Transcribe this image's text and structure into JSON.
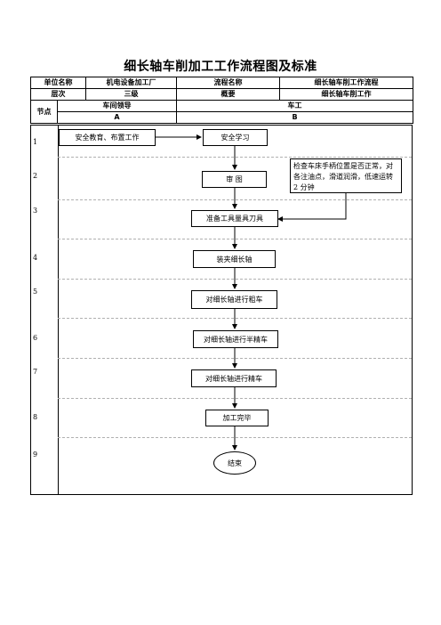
{
  "title": "细长轴车削加工工作流程图及标准",
  "header": {
    "unit_label": "单位名称",
    "unit_value": "机电设备加工厂",
    "process_label": "流程名称",
    "process_value": "细长轴车削工作流程",
    "level_label": "层次",
    "level_value": "三级",
    "overview_label": "概要",
    "overview_value": "细长轴车削工作",
    "node_label": "节点",
    "col_a_title": "车间领导",
    "col_b_title": "车工",
    "col_a_letter": "A",
    "col_b_letter": "B"
  },
  "rows": [
    "1",
    "2",
    "3",
    "4",
    "5",
    "6",
    "7",
    "8",
    "9"
  ],
  "steps": {
    "safety_education": "安全教育、布置工作",
    "safety_study": "安全学习",
    "review_drawing": "审  图",
    "inspect_note": "检查车床手柄位置是否正常，对各注油点，滑道润滑，低速运转 2 分钟",
    "prepare_tools": "准备工具量具刀具",
    "clamp_shaft": "装夹细长轴",
    "rough_turning": "对细长轴进行粗车",
    "semi_finish": "对细长轴进行半精车",
    "finish_turning": "对细长轴进行精车",
    "machining_done": "加工完毕",
    "end": "结束"
  }
}
